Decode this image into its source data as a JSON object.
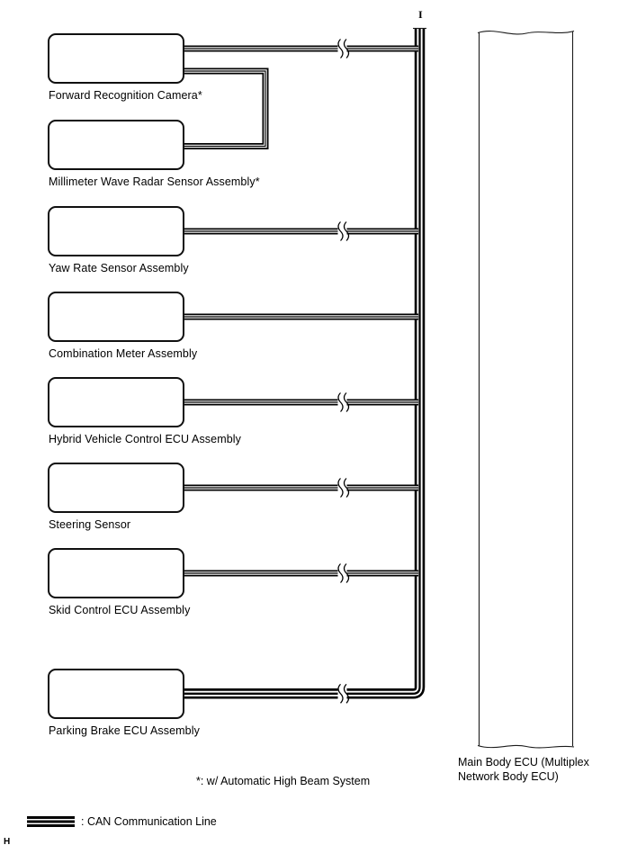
{
  "diagram": {
    "nodes": [
      {
        "label": "Forward Recognition Camera*"
      },
      {
        "label": "Millimeter Wave Radar Sensor Assembly*"
      },
      {
        "label": "Yaw Rate Sensor Assembly"
      },
      {
        "label": "Combination Meter Assembly"
      },
      {
        "label": "Hybrid Vehicle Control ECU Assembly"
      },
      {
        "label": "Steering Sensor"
      },
      {
        "label": "Skid Control ECU Assembly"
      },
      {
        "label": "Parking Brake ECU Assembly"
      }
    ],
    "main_ecu": {
      "label": "Main Body ECU (Multiplex Network Body ECU)"
    },
    "footnote": "*: w/ Automatic High Beam System",
    "legend": {
      "symbol": "can-communication-line-swatch",
      "label": ": CAN Communication Line"
    },
    "markers": {
      "top": "I",
      "bottom_left": "H"
    },
    "colors": {
      "line": "#000000",
      "background": "#ffffff",
      "text": "#000000"
    }
  }
}
